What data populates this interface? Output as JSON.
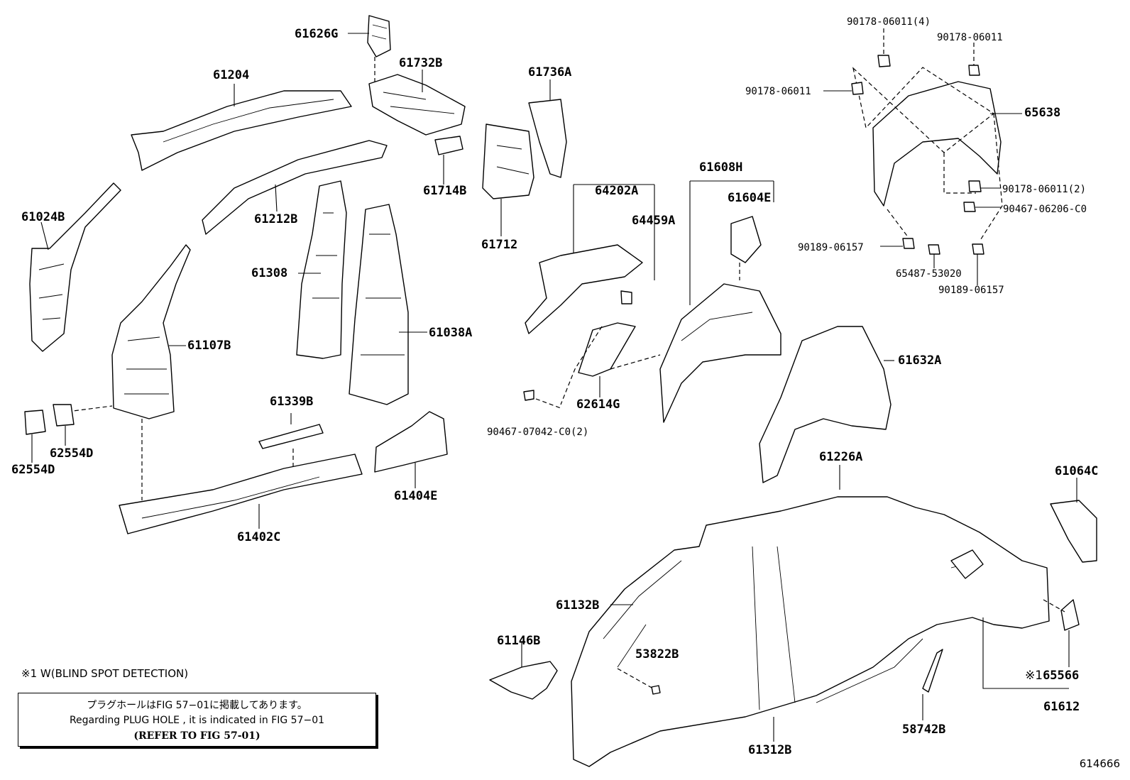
{
  "labels": {
    "p61626G": "61626G",
    "p61732B": "61732B",
    "p61204": "61204",
    "p61736A": "61736A",
    "p61714B": "61714B",
    "p61212B": "61212B",
    "p61024B": "61024B",
    "p61308": "61308",
    "p61712": "61712",
    "p64202A": "64202A",
    "p64459A": "64459A",
    "p61107B": "61107B",
    "p61038A": "61038A",
    "p62554D_a": "62554D",
    "p62554D_b": "62554D",
    "p61339B": "61339B",
    "p61402C": "61402C",
    "p61404E": "61404E",
    "p62614G": "62614G",
    "p90467_07042": "90467-07042-C0(2)",
    "p61608H": "61608H",
    "p61604E": "61604E",
    "p61632A": "61632A",
    "p61226A": "61226A",
    "p61064C": "61064C",
    "p61132B": "61132B",
    "p61146B": "61146B",
    "p53822B": "53822B",
    "p61312B": "61312B",
    "p58742B": "58742B",
    "p61612": "61612",
    "p65566": "65566",
    "p65638": "65638",
    "f90178_06011_4": "90178-06011(4)",
    "f90178_06011_top": "90178-06011",
    "f90178_06011_left": "90178-06011",
    "f90178_06011_2": "90178-06011(2)",
    "f90467_06206": "90467-06206-C0",
    "f90189_06157_left": "90189-06157",
    "f65487_53020": "65487-53020",
    "f90189_06157_bottom": "90189-06157"
  },
  "notes": {
    "mark": "※1",
    "w_blind_spot": "※1 W(BLIND SPOT DETECTION)",
    "box_line1": "プラグホールはFIG 57−01に掲載してあります。",
    "box_line2": "Regarding  PLUG  HOLE , it is indicated in FIG  57−01",
    "box_line3": "(REFER TO FIG 57-01)"
  },
  "figure_number": "614666"
}
